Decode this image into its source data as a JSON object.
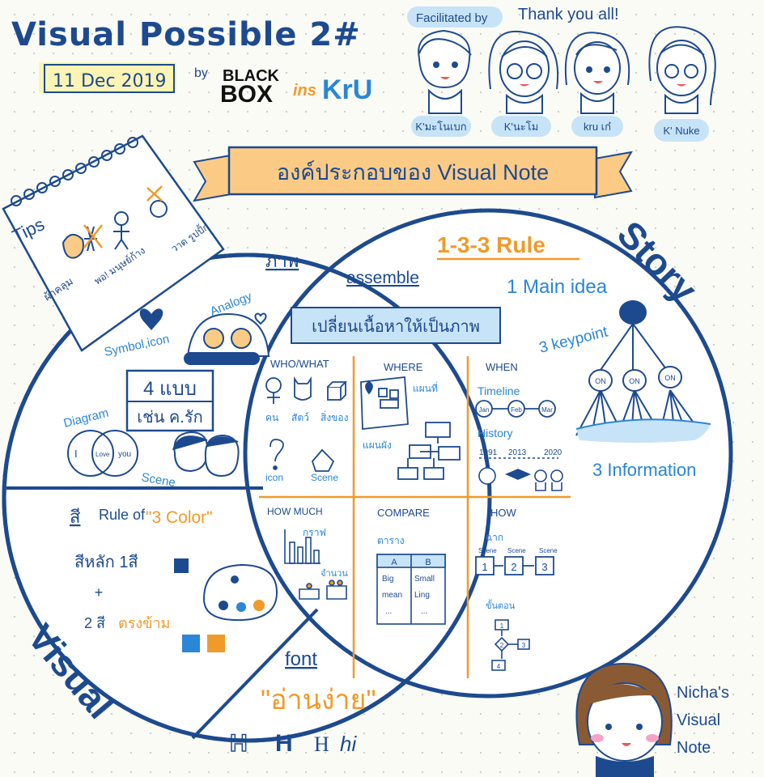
{
  "header": {
    "title": "Visual Possible 2#",
    "date": "11 Dec 2019",
    "by": "by",
    "sponsor_logo_text": "BLACK BOX",
    "sponsor_logo2_text": "insKru"
  },
  "facilitators": {
    "label": "Facilitated by",
    "thanks": "Thank you all!",
    "names": [
      "K'มะโนเบก",
      "K'นะโม",
      "kru เก๋",
      "K' Nuke"
    ]
  },
  "banner": {
    "title": "องค์ประกอบของ Visual Note"
  },
  "tips": {
    "label": "Tips",
    "items": [
      "ผ้าคลุม",
      "พอ! มนุษย์ก้าง",
      "วาด รูปปั้ก"
    ]
  },
  "circles": {
    "visual_label": "Visual",
    "story_label": "Story"
  },
  "visual": {
    "image_heading": "ภาพ",
    "symbol_icon": "Symbol,icon",
    "analogy": "Analogy",
    "count_box_line1": "4 แบบ",
    "count_box_line2": "เช่น ค.รัก",
    "diagram": "Diagram",
    "venn_left": "I",
    "venn_mid": "Love",
    "venn_right": "you",
    "scene": "Scene",
    "color_heading": "สี",
    "rule_of": "Rule of",
    "three_color": "\"3 Color\"",
    "main_color": "สีหลัก 1สี",
    "plus": "+",
    "two_color_prefix": "2 สี",
    "two_color_accent": "ตรงข้าม",
    "font_heading": "font",
    "easy_read": "\"อ่านง่าย\"",
    "font_samples": [
      "H",
      "H",
      "H",
      "hi"
    ]
  },
  "assemble": {
    "heading": "assemble",
    "banner": "เปลี่ยนเนื้อหาให้เป็นภาพ",
    "who_what": {
      "title": "WHO/WHAT",
      "labels": [
        "คน",
        "สัตว์",
        "สิ่งของ",
        "icon",
        "Scene"
      ]
    },
    "where": {
      "title": "WHERE",
      "labels": [
        "แผนที่",
        "แผนผัง"
      ]
    },
    "when": {
      "title": "WHEN",
      "timeline": "Timeline",
      "months": [
        "Jan",
        "Feb",
        "Mar"
      ],
      "history": "History",
      "years": [
        "1991",
        "2013",
        "2020"
      ]
    },
    "how_much": {
      "title": "HOW MUCH",
      "labels": [
        "กราฟ",
        "จำนวน"
      ]
    },
    "compare": {
      "title": "COMPARE",
      "table_label": "ตาราง",
      "headers": [
        "A",
        "B"
      ],
      "rows": [
        [
          "Big",
          "Small"
        ],
        [
          "mean",
          "Ling"
        ],
        [
          "...",
          "..."
        ]
      ]
    },
    "how": {
      "title": "HOW",
      "scene_label": "ฉาก",
      "scene_tags": [
        "Scene",
        "Scene",
        "Scene"
      ],
      "scene_numbers": [
        "1",
        "2",
        "3"
      ],
      "steps_label": "ขั้นตอน",
      "step_numbers": [
        "1",
        "2",
        "3",
        "4"
      ]
    }
  },
  "story": {
    "rule": "1-3-3 Rule",
    "main_idea": "1 Main idea",
    "keypoint": "3 keypoint",
    "information": "3 Information",
    "nodes": [
      "ON",
      "ON",
      "ON"
    ]
  },
  "signature": {
    "line1": "Nicha's",
    "line2": "Visual",
    "line3": "Note"
  },
  "colors": {
    "navy": "#1d4a8f",
    "blue": "#2a86d6",
    "orange": "#f09a2a",
    "yellow_bg": "#fbf4b4",
    "sky_bg": "#c7e3f7",
    "peach": "#fbcb86"
  }
}
